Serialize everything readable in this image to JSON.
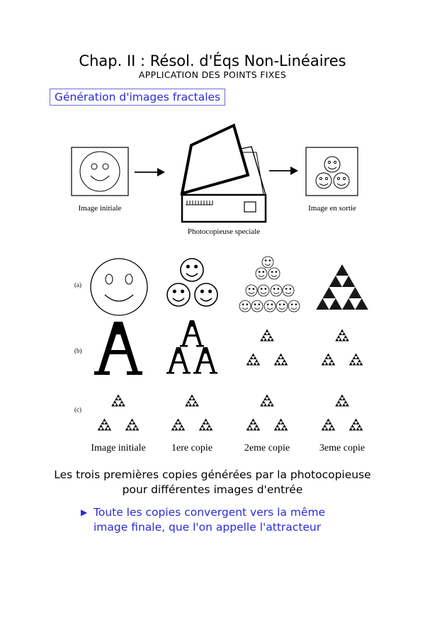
{
  "header": {
    "title": "Chap. II : Résol. d'Éqs Non-Linéaires",
    "subtitle": "APPLICATION DES POINTS FIXES"
  },
  "section": {
    "label": "Génération d'images fractales"
  },
  "diagram": {
    "input_caption": "Image initiale",
    "machine_caption": "Photocopieuse speciale",
    "output_caption": "Image en sortie"
  },
  "grid": {
    "row_labels": [
      "(a)",
      "(b)",
      "(c)"
    ],
    "column_labels": [
      "Image initiale",
      "1ere copie",
      "2eme copie",
      "3eme copie"
    ]
  },
  "caption": {
    "line1": "Les trois premières copies générées par la photocopieuse",
    "line2": "pour différentes images d'entrée"
  },
  "note": {
    "line1": "Toute les copies convergent vers la même",
    "line2": "image finale, que l'on appelle l'attracteur"
  },
  "colors": {
    "accent": "#2a2ad9",
    "box_border": "#6b6bd6",
    "text": "#000000"
  }
}
